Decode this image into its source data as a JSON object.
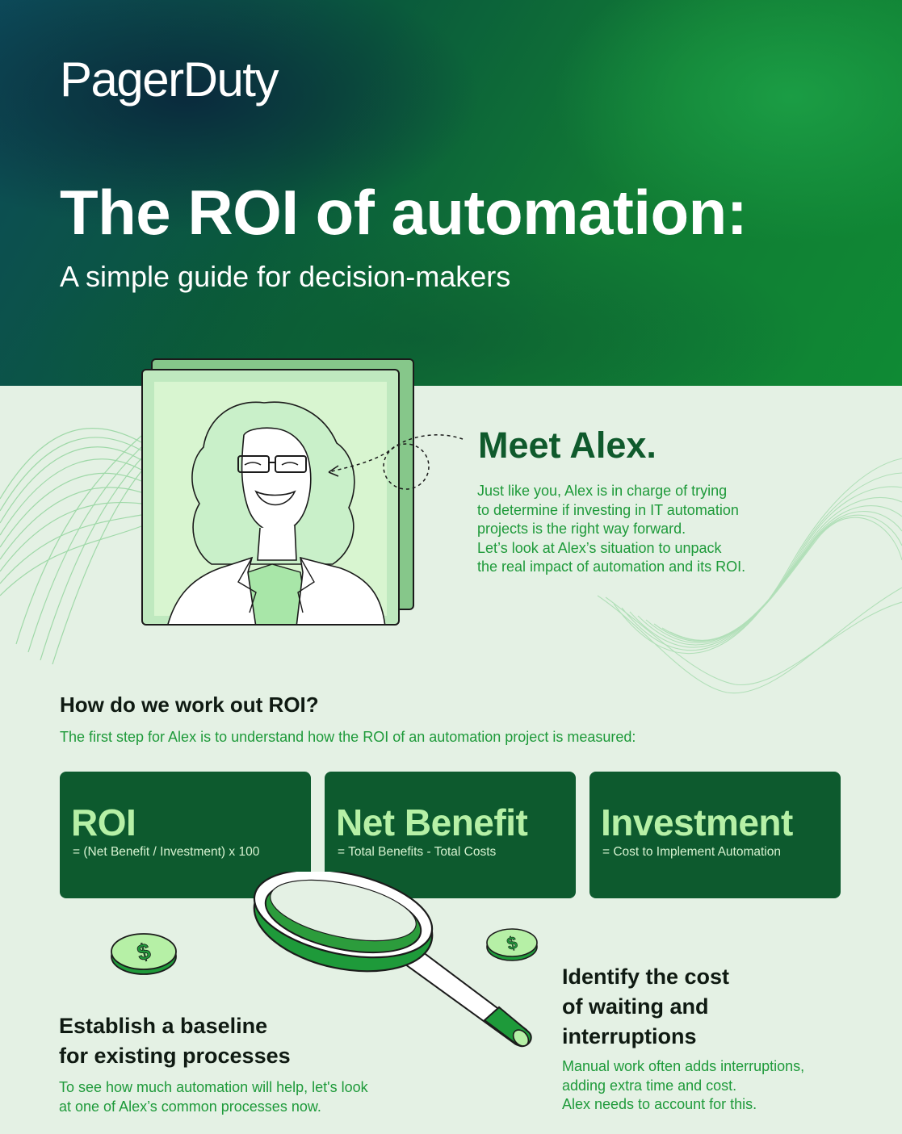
{
  "header": {
    "logo_text": "PagerDuty",
    "title": "The ROI of automation:",
    "subtitle": "A simple guide for decision-makers"
  },
  "intro": {
    "heading": "Meet Alex.",
    "lines": [
      "Just like you, Alex is in charge of trying",
      "to determine if investing in IT automation",
      "projects is the right way forward.",
      "Let’s look at Alex’s situation to unpack",
      "the real impact of automation and its ROI."
    ]
  },
  "roi_section": {
    "heading": "How do we work out ROI?",
    "description": "The first step for Alex is to understand how the ROI of an automation project is measured:",
    "cards": [
      {
        "title": "ROI",
        "formula": "= (Net Benefit / Investment) x 100"
      },
      {
        "title": "Net Benefit",
        "formula": "= Total Benefits - Total Costs"
      },
      {
        "title": "Investment",
        "formula": "= Cost to Implement Automation"
      }
    ]
  },
  "baseline": {
    "heading_lines": [
      "Establish a baseline",
      "for existing processes"
    ],
    "body_lines": [
      "To see how much automation will help, let's look",
      "at one of Alex’s common processes now."
    ]
  },
  "waiting_cost": {
    "heading_lines": [
      "Identify the cost",
      "of waiting and",
      "interruptions"
    ],
    "body_lines": [
      "Manual work often adds interruptions,",
      "adding extra time and cost.",
      "Alex needs to account for this."
    ]
  },
  "icons": {
    "portrait": "alex-portrait-illustration",
    "magnifier": "magnifying-glass-icon",
    "coin": "dollar-coin-icon"
  },
  "colors": {
    "dark_green": "#0d5a2e",
    "accent_green": "#1e9a3a",
    "light_green": "#b6f0a6",
    "page_background": "#e4f1e4"
  }
}
